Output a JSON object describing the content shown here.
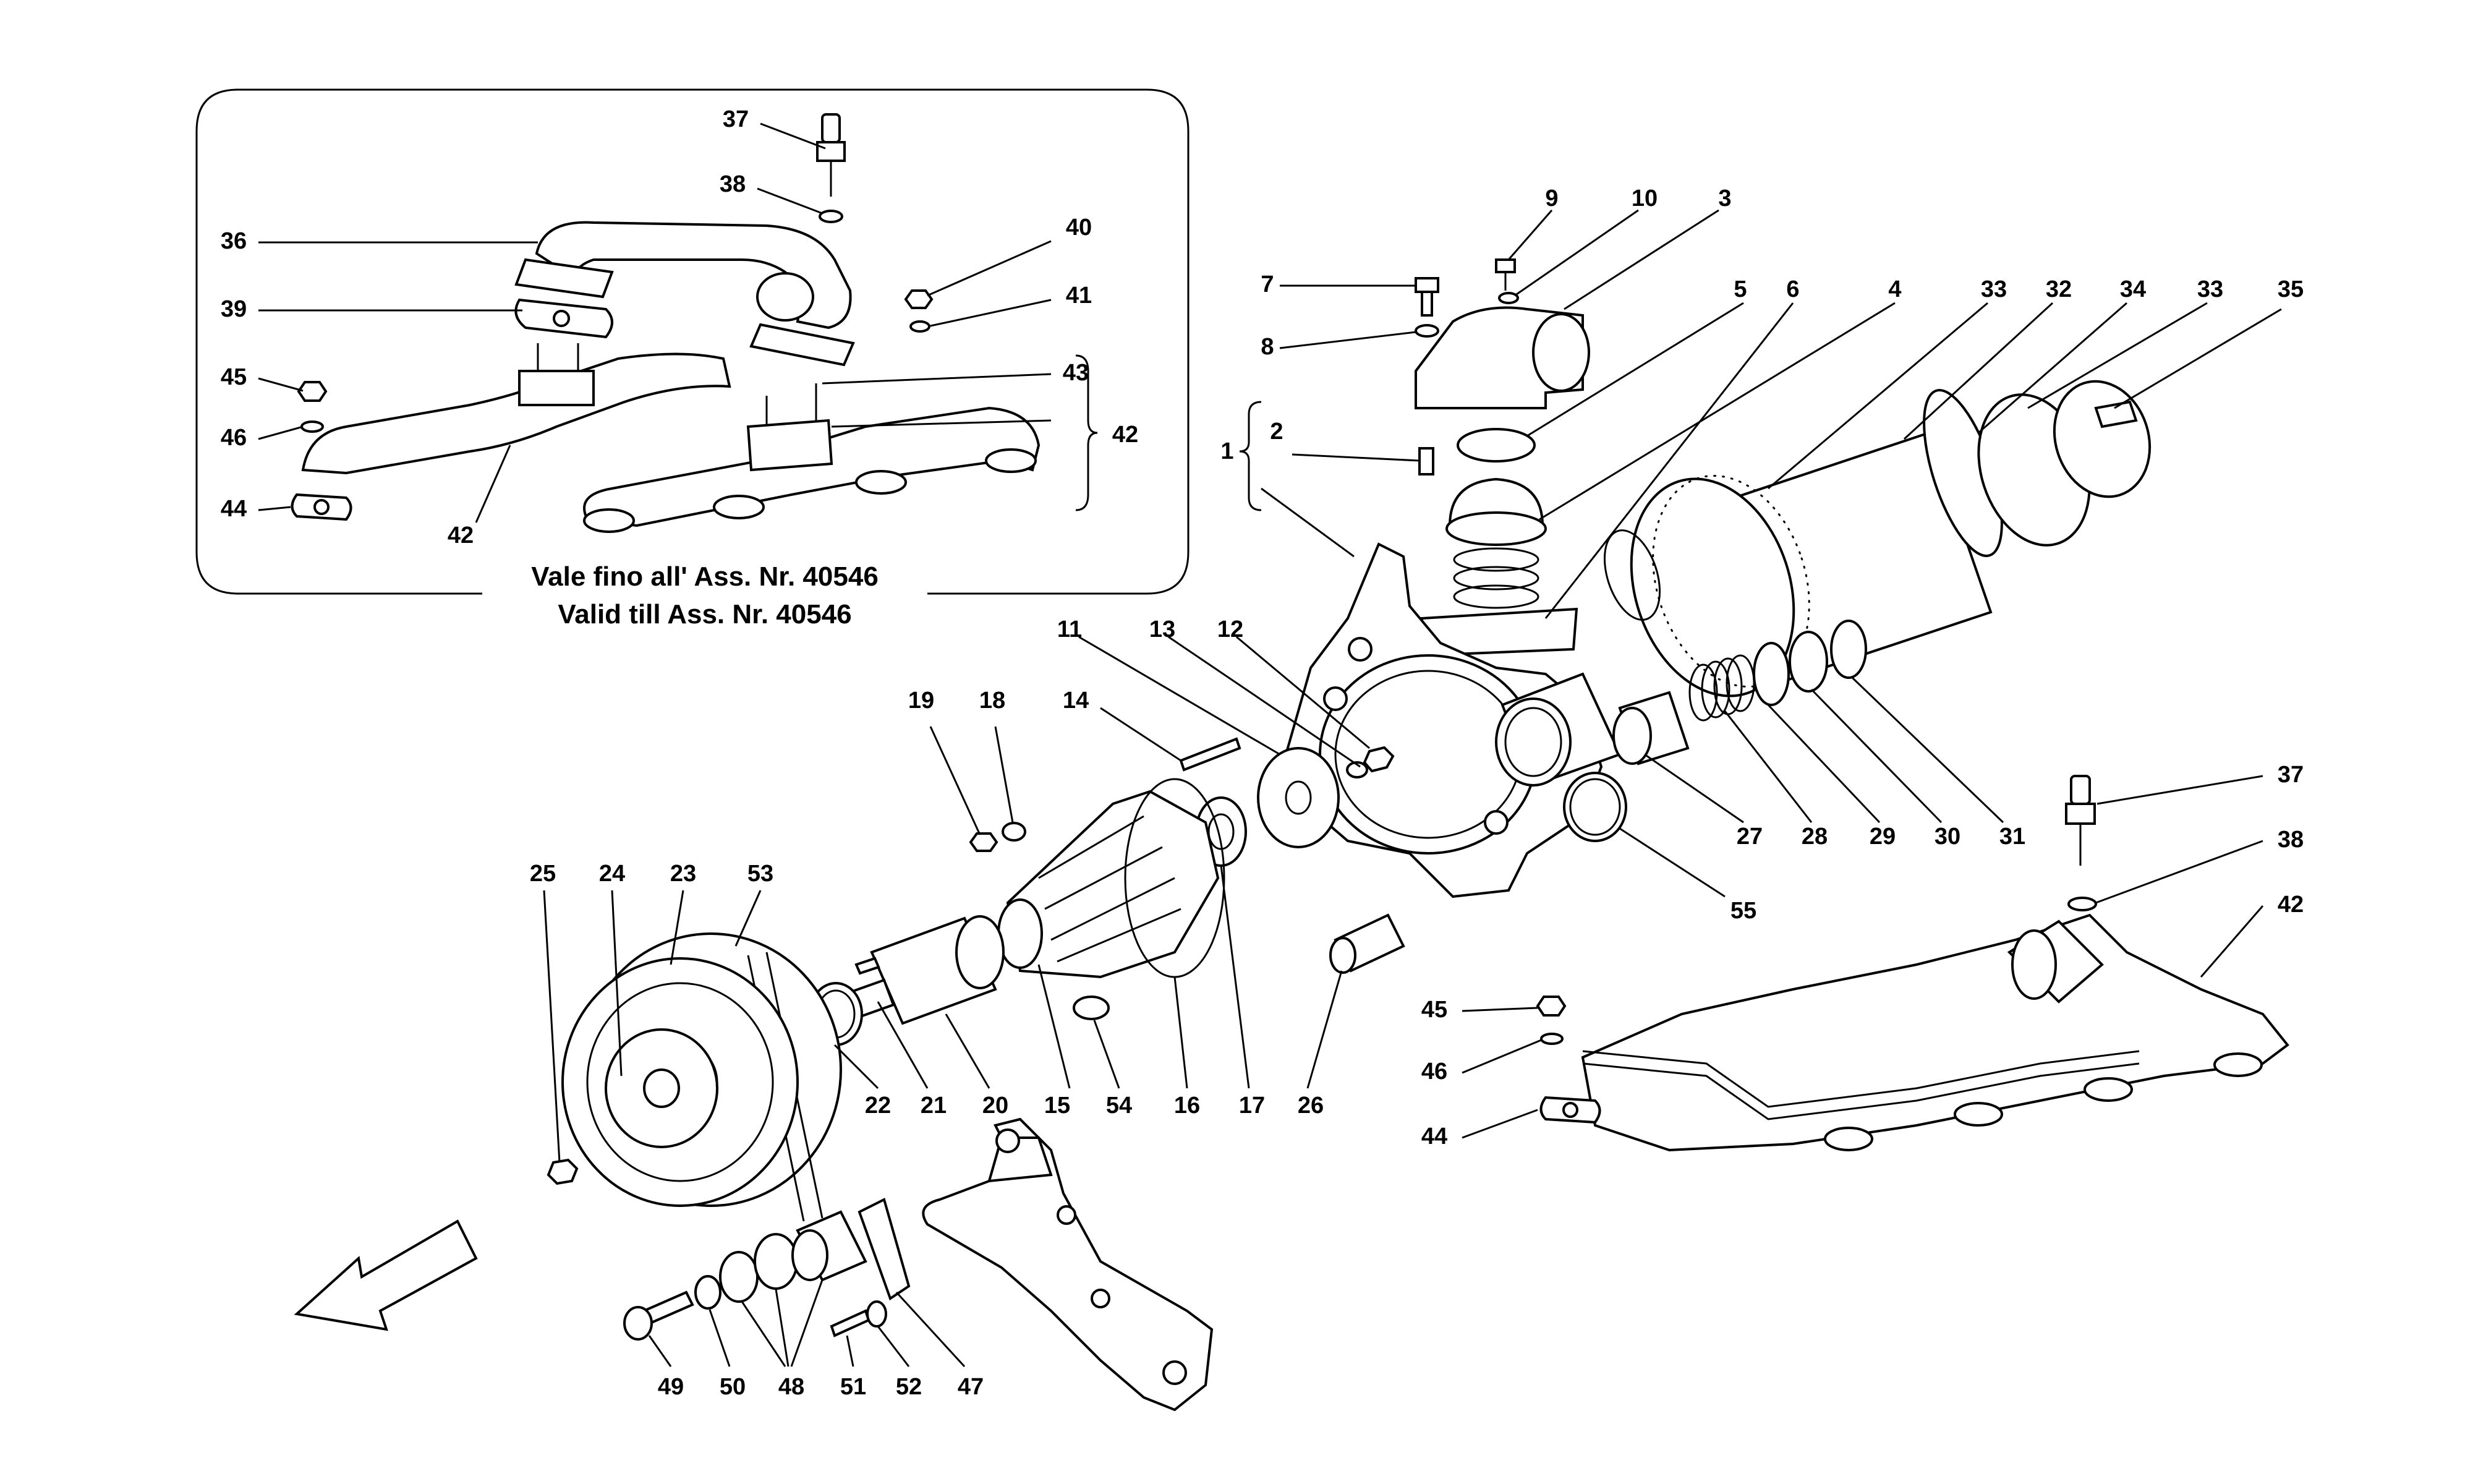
{
  "inset_caption": {
    "line1": "Vale fino all' Ass. Nr. 40546",
    "line2": "Valid till Ass. Nr. 40546"
  },
  "part_numbers": {
    "p1": "1",
    "p2": "2",
    "p3": "3",
    "p4": "4",
    "p5": "5",
    "p6": "6",
    "p7": "7",
    "p8": "8",
    "p9": "9",
    "p10": "10",
    "p11": "11",
    "p12": "12",
    "p13": "13",
    "p14": "14",
    "p15": "15",
    "p16": "16",
    "p17": "17",
    "p18": "18",
    "p19": "19",
    "p20": "20",
    "p21": "21",
    "p22": "22",
    "p23": "23",
    "p24": "24",
    "p25": "25",
    "p26": "26",
    "p27": "27",
    "p28": "28",
    "p29": "29",
    "p30": "30",
    "p31": "31",
    "p32": "32",
    "p33": "33",
    "p34": "34",
    "p35": "35",
    "p36": "36",
    "p37": "37",
    "p38": "38",
    "p39": "39",
    "p40": "40",
    "p41": "41",
    "p42": "42",
    "p43": "43",
    "p44": "44",
    "p45": "45",
    "p46": "46",
    "p47": "47",
    "p48": "48",
    "p49": "49",
    "p50": "50",
    "p51": "51",
    "p52": "52",
    "p53": "53",
    "p54": "54",
    "p55": "55"
  },
  "icons": {
    "direction_arrow": "front-direction-arrow-icon"
  }
}
